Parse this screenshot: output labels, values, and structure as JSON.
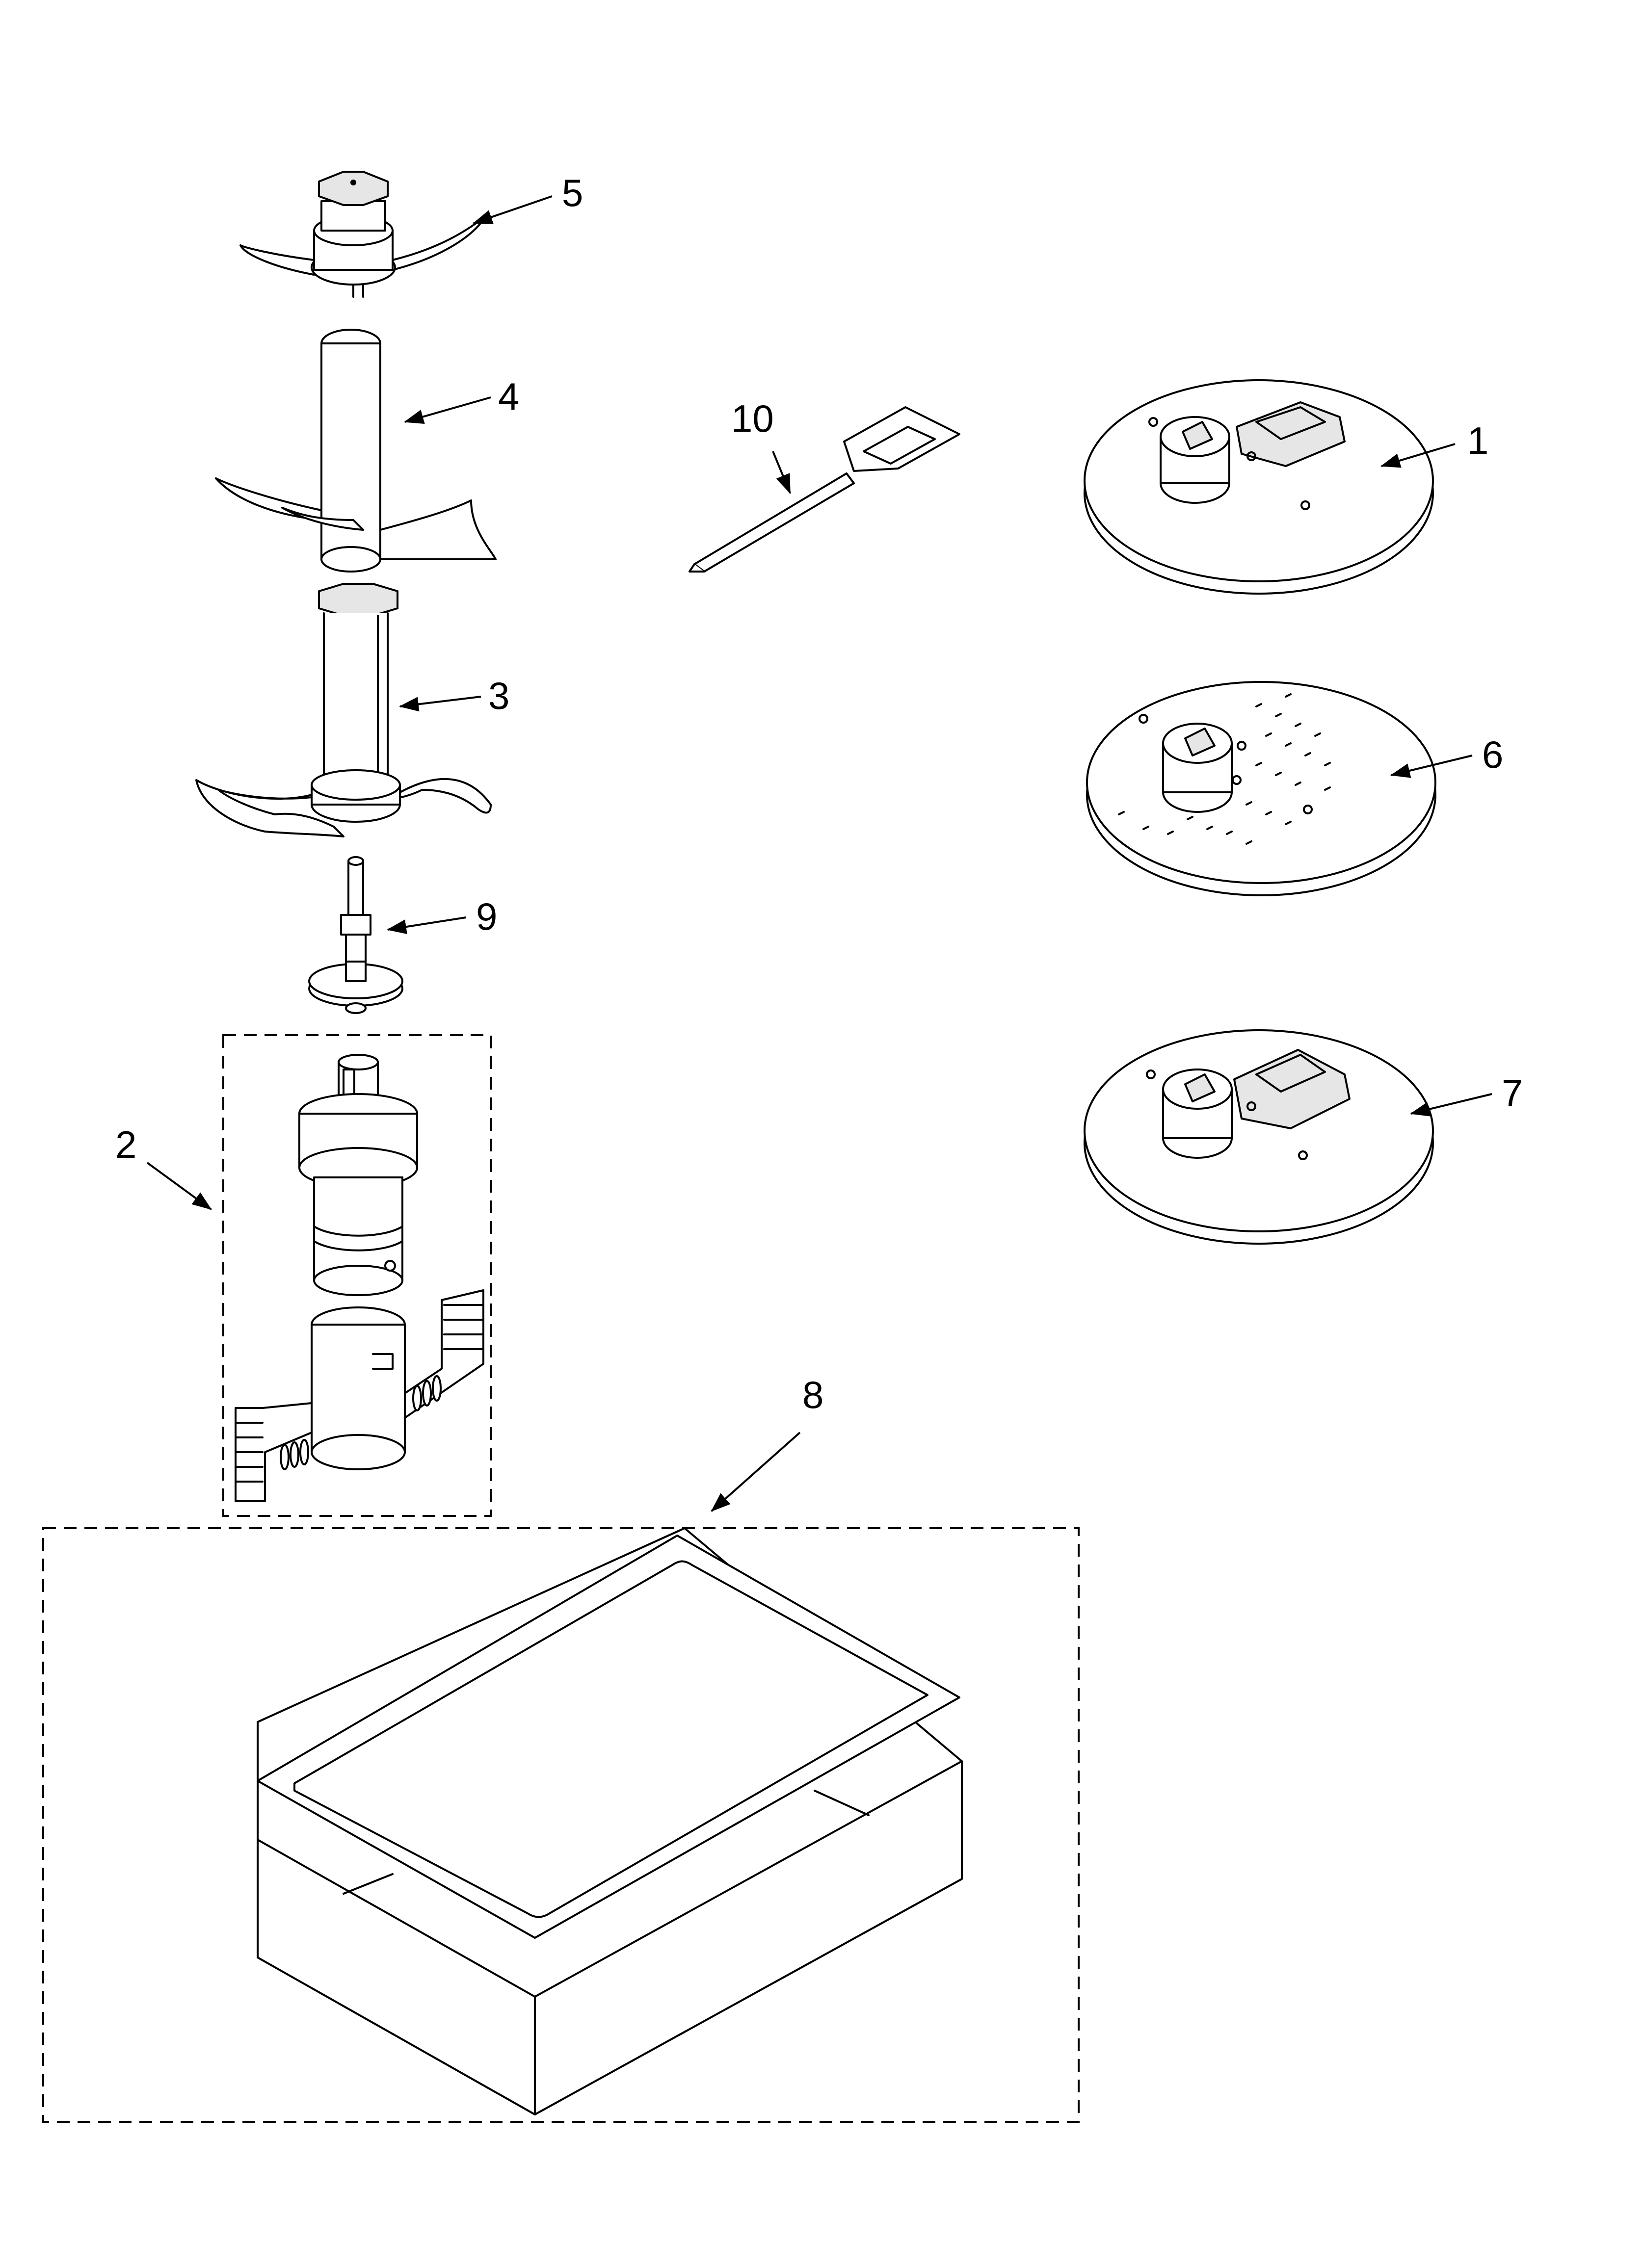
{
  "diagram": {
    "type": "exploded-parts-view",
    "callouts": [
      {
        "id": "1",
        "label": "1",
        "part": "slicing disc"
      },
      {
        "id": "2",
        "label": "2",
        "part": "dough blade assembly"
      },
      {
        "id": "3",
        "label": "3",
        "part": "multipurpose blade"
      },
      {
        "id": "4",
        "label": "4",
        "part": "large chopping blade"
      },
      {
        "id": "5",
        "label": "5",
        "part": "mini blade"
      },
      {
        "id": "6",
        "label": "6",
        "part": "shredding disc"
      },
      {
        "id": "7",
        "label": "7",
        "part": "thin slicing disc"
      },
      {
        "id": "8",
        "label": "8",
        "part": "storage case"
      },
      {
        "id": "9",
        "label": "9",
        "part": "disc stem"
      },
      {
        "id": "10",
        "label": "10",
        "part": "spatula"
      }
    ]
  }
}
